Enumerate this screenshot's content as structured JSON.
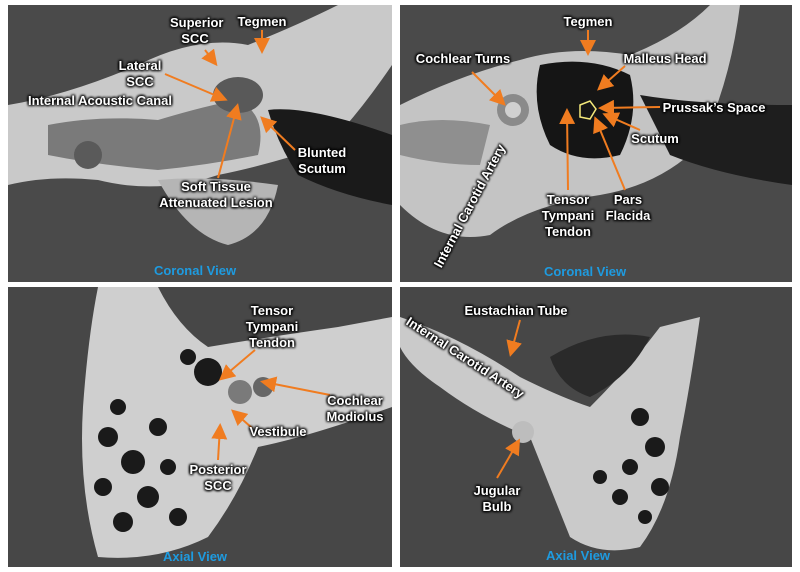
{
  "colors": {
    "arrow": "#f07c20",
    "view_label": "#1e9be0",
    "outline": "#f3e87a"
  },
  "panels": [
    {
      "view": "Coronal View",
      "labels": {
        "superior_scc": "Superior SCC",
        "tegmen": "Tegmen",
        "lateral_scc": "Lateral SCC",
        "iac": "Internal Acoustic Canal",
        "blunted_scutum": "Blunted Scutum",
        "lesion": "Soft Tissue Attenuated Lesion"
      }
    },
    {
      "view": "Coronal View",
      "labels": {
        "tegmen": "Tegmen",
        "cochlear_turns": "Cochlear Turns",
        "malleus_head": "Malleus Head",
        "prussak": "Prussak’s Space",
        "scutum": "Scutum",
        "pars_flacida": "Pars Flacida",
        "tensor": "Tensor Tympani Tendon",
        "ica": "Internal Carotid Artery"
      }
    },
    {
      "view": "Axial View",
      "labels": {
        "tensor": "Tensor Tympani Tendon",
        "modiolus": "Cochlear Modiolus",
        "vestibule": "Vestibule",
        "posterior_scc": "Posterior SCC"
      }
    },
    {
      "view": "Axial View",
      "labels": {
        "eustachian": "Eustachian Tube",
        "ica": "Internal Carotid Artery",
        "jugular": "Jugular Bulb"
      }
    }
  ]
}
